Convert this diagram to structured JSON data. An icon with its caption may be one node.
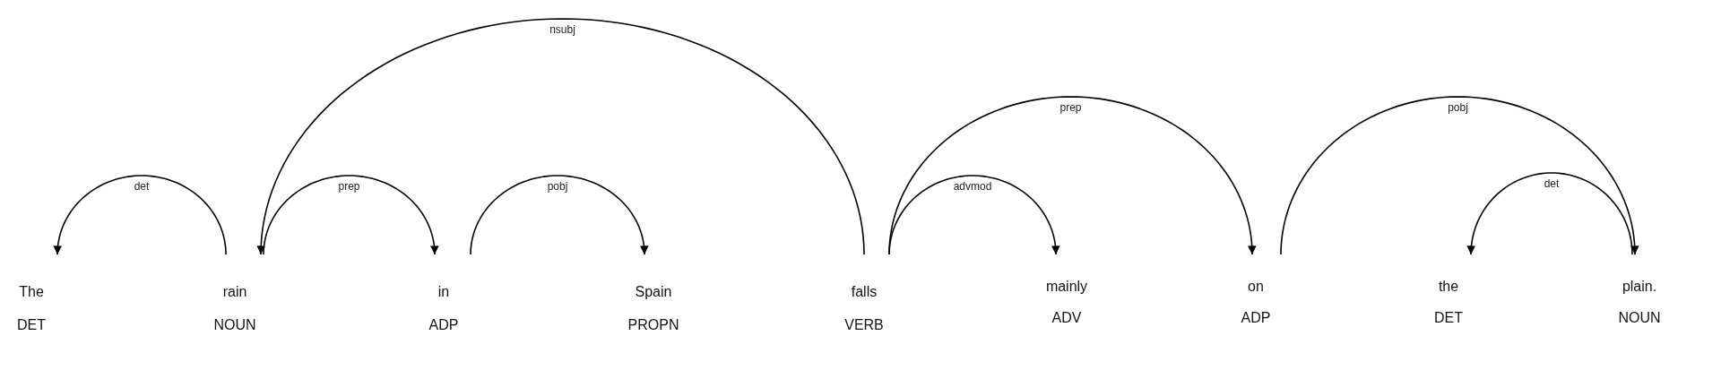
{
  "diagram": {
    "nodes": [
      {
        "text": [
          "The",
          "DET"
        ]
      },
      {
        "text": [
          "rain",
          "NOUN"
        ]
      },
      {
        "text": [
          "in",
          "ADP"
        ]
      },
      {
        "text": [
          "Spain",
          "PROPN"
        ]
      },
      {
        "text": [
          "falls",
          "VERB"
        ]
      },
      {
        "text": [
          "mainly",
          "ADV"
        ]
      },
      {
        "text": [
          "on",
          "ADP"
        ]
      },
      {
        "text": [
          "the",
          "DET"
        ]
      },
      {
        "text": [
          "plain.",
          "NOUN"
        ]
      }
    ],
    "edges": [
      {
        "from": 1,
        "to": 0,
        "arrow": "to",
        "label": "det"
      },
      {
        "from": 1,
        "to": 2,
        "arrow": "to",
        "label": "prep"
      },
      {
        "from": 2,
        "to": 3,
        "arrow": "to",
        "label": "pobj"
      },
      {
        "from": 4,
        "to": 1,
        "arrow": "to",
        "label": "nsubj"
      },
      {
        "from": 4,
        "to": 5,
        "arrow": "to",
        "label": "advmod"
      },
      {
        "from": 4,
        "to": 6,
        "arrow": "to",
        "label": "prep"
      },
      {
        "from": 6,
        "to": 8,
        "arrow": "to",
        "label": "pobj"
      },
      {
        "from": 8,
        "to": 7,
        "arrow": "to",
        "label": "det"
      }
    ]
  }
}
